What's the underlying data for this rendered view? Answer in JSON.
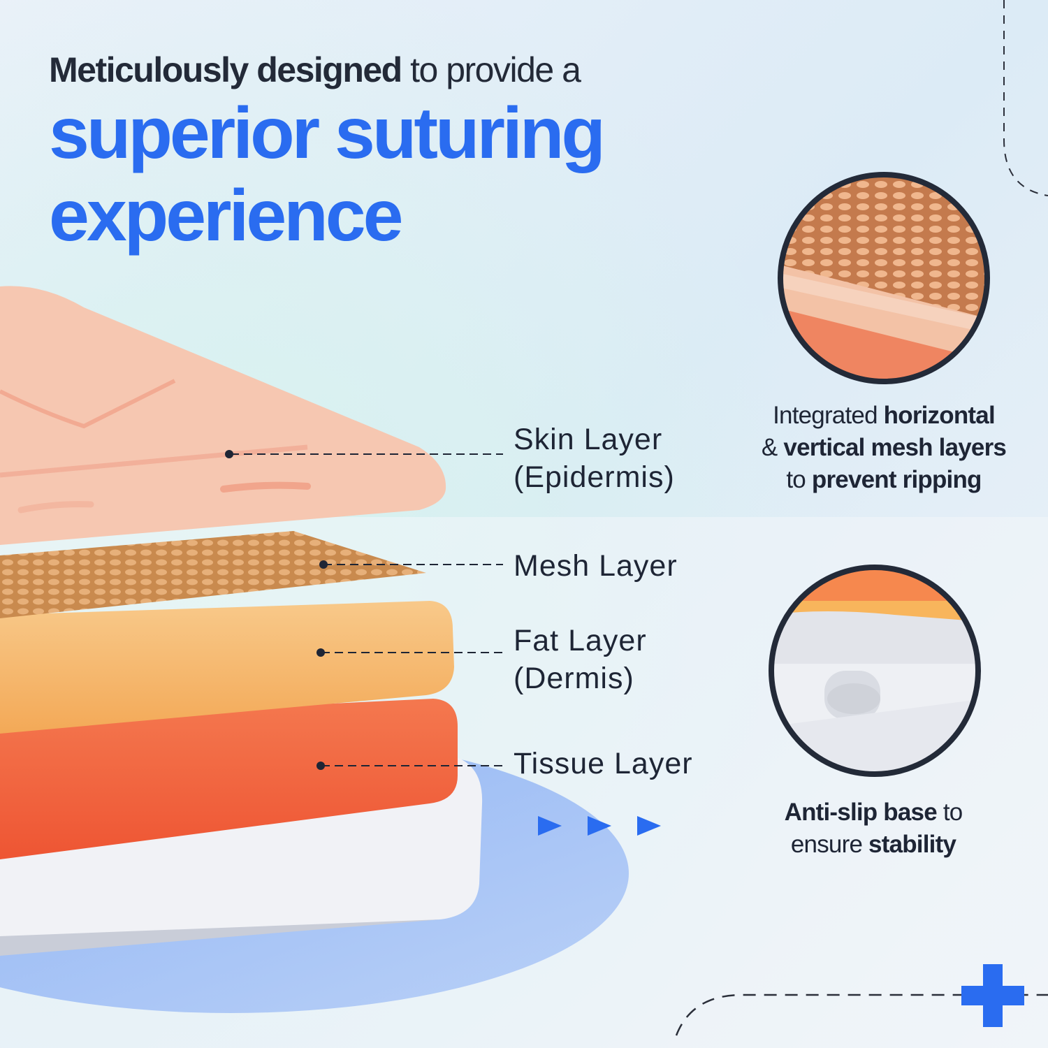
{
  "headline": {
    "line1_bold": "Meticulously designed",
    "line1_rest": " to provide a",
    "line2": "superior suturing",
    "line3": "experience"
  },
  "layers": {
    "skin": {
      "line1": "Skin Layer",
      "line2": "(Epidermis)"
    },
    "mesh": {
      "line1": "Mesh Layer"
    },
    "fat": {
      "line1": "Fat Layer",
      "line2": "(Dermis)"
    },
    "tissue": {
      "line1": "Tissue Layer"
    }
  },
  "callouts": {
    "mesh": {
      "l1_normal": "Integrated ",
      "l1_bold": "horizontal",
      "l2_normal": "& ",
      "l2_bold": "vertical mesh layers",
      "l3_normal": "to ",
      "l3_bold": "prevent ripping"
    },
    "base": {
      "l1_bold": "Anti-slip base",
      "l1_normal": " to",
      "l2_normal": "ensure ",
      "l2_bold": "stability"
    }
  },
  "colors": {
    "accent_blue": "#2a6cf0",
    "skin": "#f6c4ad",
    "fat": "#f6b56c",
    "tissue": "#f2603f",
    "base": "#f1f2f6",
    "text_dark": "#1e2535"
  },
  "icons": [
    "play-arrow-icon",
    "play-arrow-icon",
    "play-arrow-icon",
    "plus-icon"
  ]
}
